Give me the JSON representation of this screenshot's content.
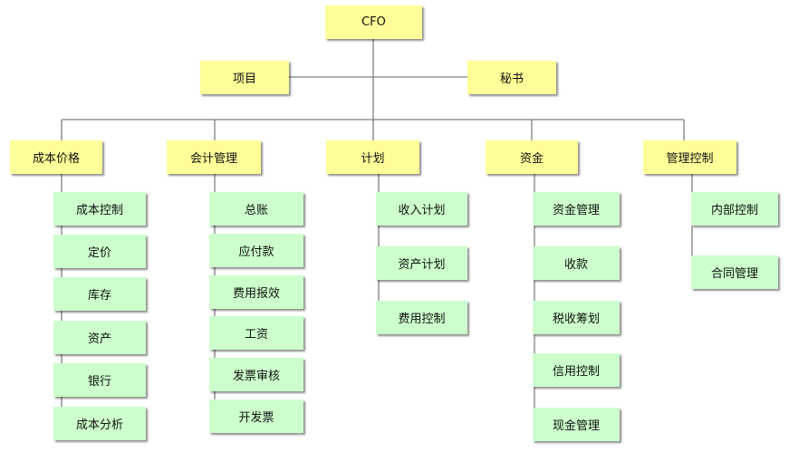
{
  "root": "CFO",
  "assistants": [
    "项目",
    "秘书"
  ],
  "departments": [
    {
      "name": "成本价格",
      "items": [
        "成本控制",
        "定价",
        "库存",
        "资产",
        "银行",
        "成本分析"
      ]
    },
    {
      "name": "会计管理",
      "items": [
        "总账",
        "应付款",
        "费用报效",
        "工资",
        "发票审核",
        "开发票"
      ]
    },
    {
      "name": "计划",
      "items": [
        "收入计划",
        "资产计划",
        "费用控制"
      ]
    },
    {
      "name": "资金",
      "items": [
        "资金管理",
        "收款",
        "税收筹划",
        "信用控制",
        "现金管理"
      ]
    },
    {
      "name": "管理控制",
      "items": [
        "内部控制",
        "合同管理"
      ]
    }
  ],
  "colors": {
    "manager_fill": "#ffff99",
    "unit_fill": "#ccffcc",
    "connector": "#7f7f7f"
  }
}
